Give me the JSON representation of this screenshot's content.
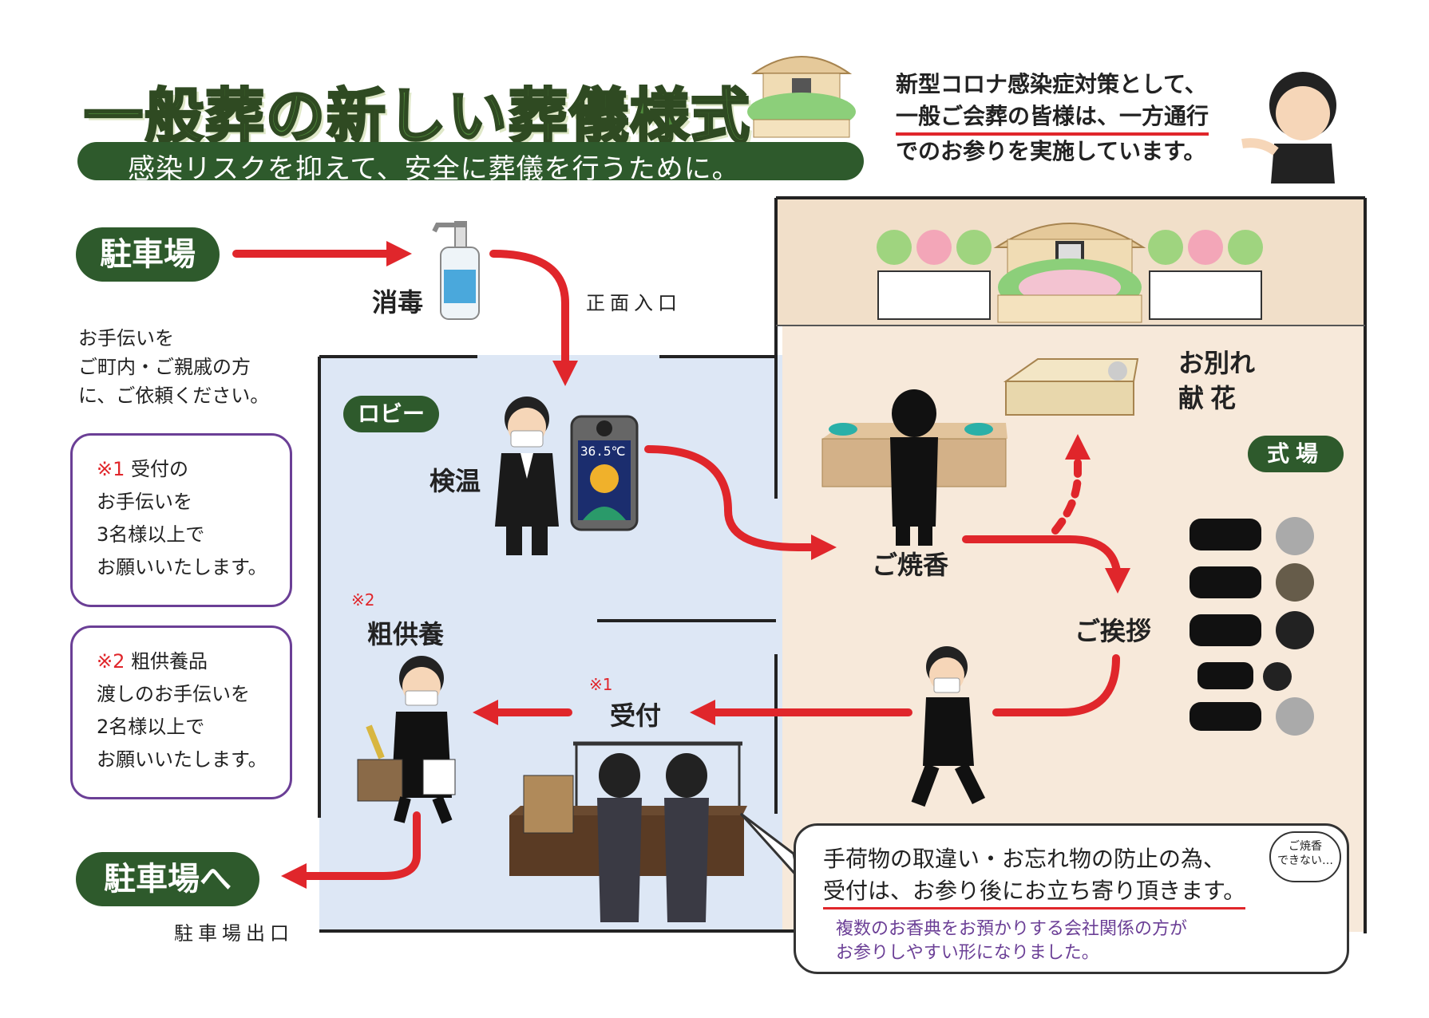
{
  "header": {
    "title": "一般葬の新しい葬儀様式",
    "subtitle": "感染リスクを抑えて、安全に葬儀を行うために。",
    "notice_lines": [
      "新型コロナ感染症対策として、",
      "一般ご会葬の皆様は、一方通行",
      "でのお参りを実施しています。"
    ]
  },
  "zones": {
    "parking": "駐車場",
    "lobby": "ロビー",
    "ceremony_hall": "式場",
    "parking_exit": "駐車場へ"
  },
  "stations": {
    "disinfect": "消毒",
    "front_entrance": "正面入口",
    "temperature_check": "検温",
    "thermometer_display": "36.5℃",
    "incense": "ご焼香",
    "farewell_flowers_line1": "お別れ",
    "farewell_flowers_line2": "献花",
    "greeting": "ご挨拶",
    "reception": "受付",
    "reception_mark": "※1",
    "gift": "粗供養",
    "gift_mark": "※2",
    "parking_exit_label": "駐車場出口"
  },
  "help_request": "お手伝いを\nご町内・ご親戚の方\nに、ご依頼ください。",
  "notes": [
    {
      "mark": "※1",
      "lines": [
        " 受付の",
        "お手伝いを",
        "3名様以上で",
        "お願いいたします。"
      ]
    },
    {
      "mark": "※2",
      "lines": [
        " 粗供養品",
        "渡しのお手伝いを",
        "2名様以上で",
        "お願いいたします。"
      ]
    }
  ],
  "speech_bubble": {
    "line1": "手荷物の取違い・お忘れ物の防止の為、",
    "line2": "受付は、お参り後にお立ち寄り頂きます。",
    "sub1": "複数のお香典をお預かりする会社関係の方が",
    "sub2": "お参りしやすい形になりました。",
    "thought": "ご焼香\nできない…"
  },
  "colors": {
    "green": "#2e5a2c",
    "title_green": "#4f8a3b",
    "red": "#e0262b",
    "lobby": "#dde7f5",
    "hall": "#f7e9da",
    "purple": "#6b3f96"
  }
}
